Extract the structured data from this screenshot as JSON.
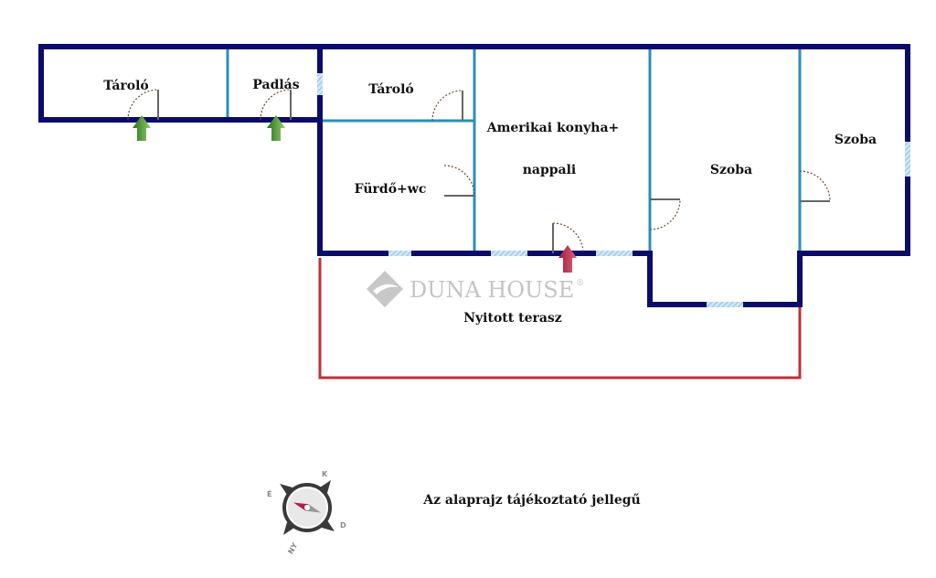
{
  "rooms": {
    "taroló_1": "Tároló",
    "padlas": "Padlás",
    "taroló_2": "Tároló",
    "konyha_line1": "Amerikai konyha+",
    "konyha_line2": "nappali",
    "furdo": "Fürdő+wc",
    "szoba_1": "Szoba",
    "szoba_2": "Szoba",
    "terasz": "Nyitott terasz"
  },
  "watermark": {
    "brand": "DUNA HOUSE",
    "mark": "®"
  },
  "compass": {
    "n": "K",
    "w": "É",
    "e": "D",
    "s": "NY"
  },
  "note": "Az alaprajz tájékoztató jellegű",
  "colors": {
    "wall": "#0b0b6b",
    "inner_wall": "#2a8fb8",
    "window": "#a9d2ec",
    "terrace": "#c0303a",
    "entry_green": "#3f8a2a",
    "entry_red": "#c0304a"
  }
}
